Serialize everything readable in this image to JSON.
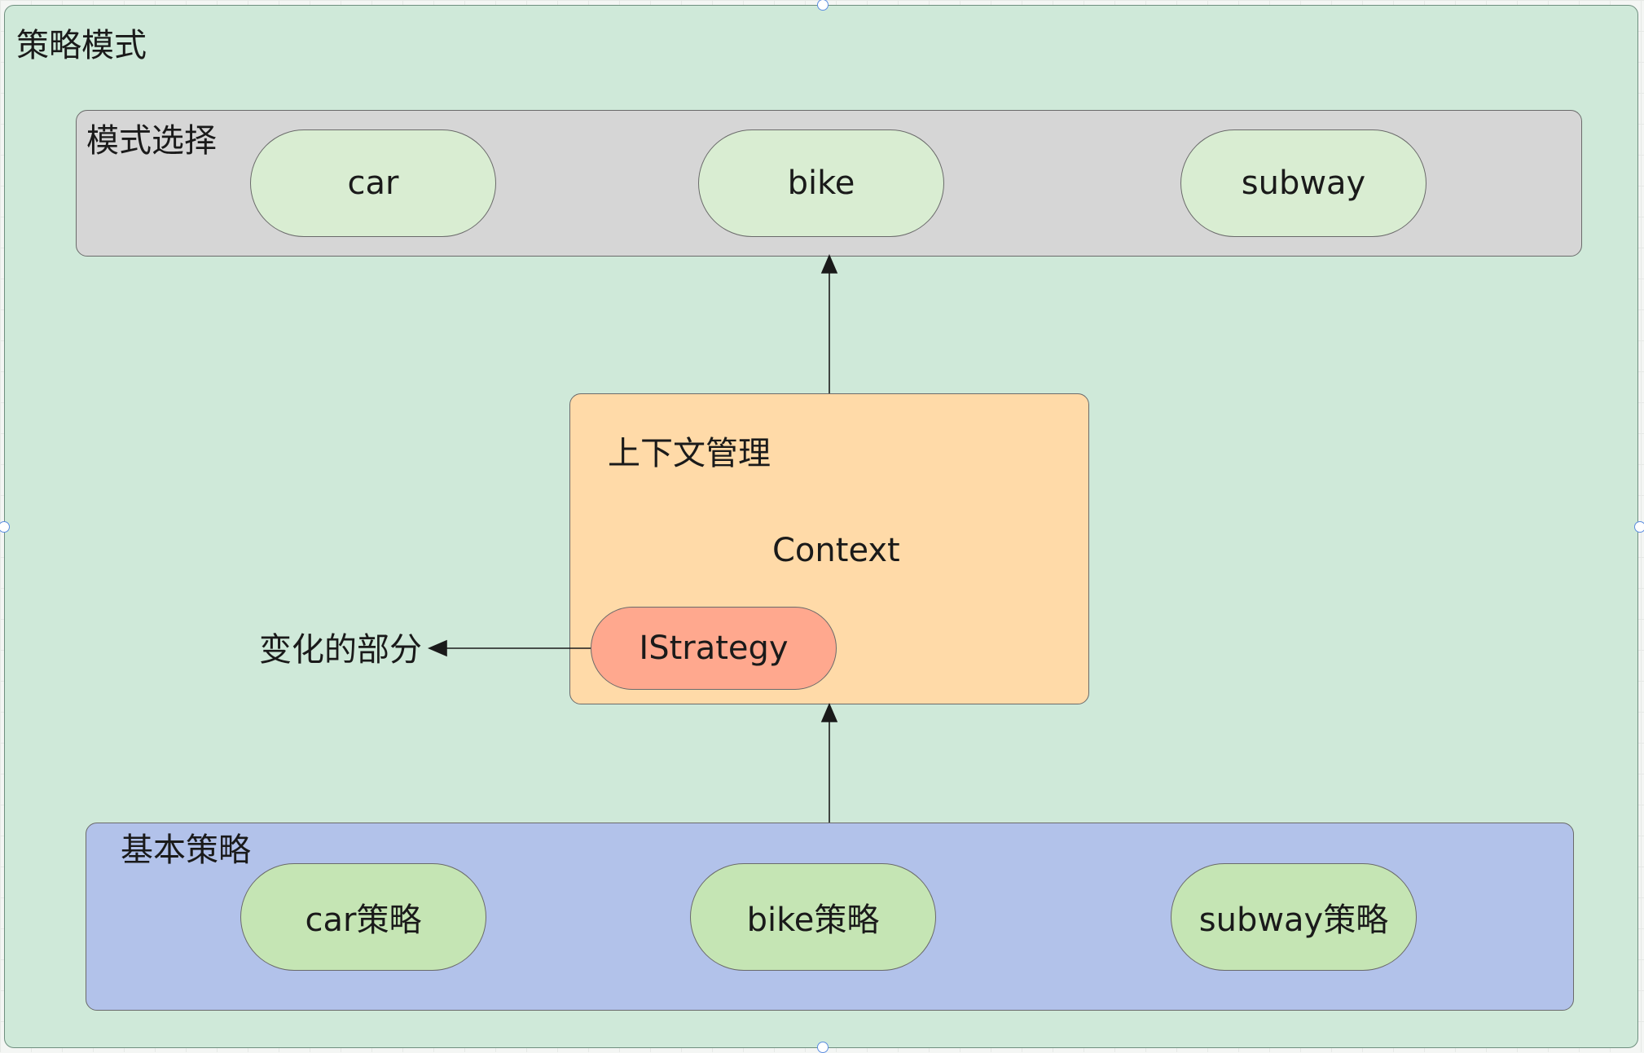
{
  "colors": {
    "frame_bg": "#cfe9d9",
    "top_group_bg": "#d6d6d6",
    "top_pill_bg": "#d9edd2",
    "context_bg": "#ffdaa8",
    "istrategy_bg": "#ffa88e",
    "bottom_group_bg": "#b2c2ea",
    "bottom_pill_bg": "#c5e5b4",
    "arrow": "#1a1a1a"
  },
  "frame": {
    "title": "策略模式"
  },
  "mode_select": {
    "title": "模式选择",
    "items": [
      "car",
      "bike",
      "subway"
    ]
  },
  "context": {
    "title": "上下文管理",
    "name": "Context",
    "strategy": "IStrategy",
    "variable_label": "变化的部分"
  },
  "basic_strategies": {
    "title": "基本策略",
    "items": [
      "car策略",
      "bike策略",
      "subway策略"
    ]
  }
}
